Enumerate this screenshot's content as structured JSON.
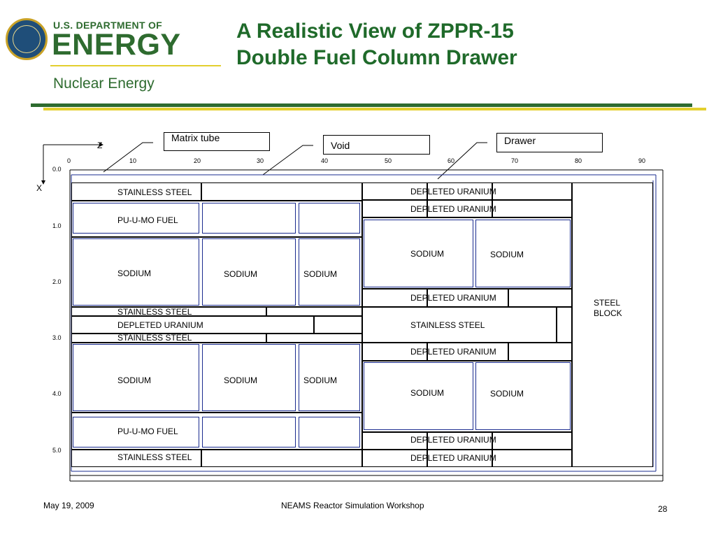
{
  "logo": {
    "dept": "U.S. DEPARTMENT OF",
    "energy": "ENERGY",
    "subtitle": "Nuclear Energy"
  },
  "slide": {
    "title_line1": "A Realistic View of ZPPR-15",
    "title_line2": "Double Fuel Column Drawer"
  },
  "callouts": {
    "matrix_tube": "Matrix tube",
    "void": "Void",
    "drawer": "Drawer"
  },
  "axes": {
    "z_label": "Z",
    "x_label": "X",
    "z_ticks": [
      "0",
      "10",
      "20",
      "30",
      "40",
      "50",
      "60",
      "70",
      "80",
      "90"
    ],
    "x_ticks": [
      "0.0",
      "1.0",
      "2.0",
      "3.0",
      "4.0",
      "5.0"
    ]
  },
  "labels": {
    "l1": "STAINLESS STEEL",
    "l2": "PU-U-MO FUEL",
    "l3": "SODIUM",
    "l4": "SODIUM",
    "l5": "SODIUM",
    "l6": "STAINLESS STEEL",
    "l7": "DEPLETED URANIUM",
    "l8": "STAINLESS STEEL",
    "l9": "SODIUM",
    "l10": "SODIUM",
    "l11": "SODIUM",
    "l12": "PU-U-MO FUEL",
    "l13": "STAINLESS STEEL",
    "r1": "DEPLETED URANIUM",
    "r2": "DEPLETED URANIUM",
    "r3": "SODIUM",
    "r4": "SODIUM",
    "r5": "DEPLETED URANIUM",
    "r6": "STAINLESS STEEL",
    "r7": "DEPLETED URANIUM",
    "r8": "SODIUM",
    "r9": "SODIUM",
    "r10": "DEPLETED URANIUM",
    "r11": "DEPLETED URANIUM",
    "steel": "STEEL BLOCK"
  },
  "footer": {
    "date": "May 19, 2009",
    "event": "NEAMS Reactor Simulation Workshop",
    "page": "28"
  },
  "colors": {
    "logo_green": "#2e6b2f",
    "accent_yellow": "#e3cf2e",
    "title_green": "#1f6a2a",
    "tube_blue": "#1a2b8f"
  }
}
